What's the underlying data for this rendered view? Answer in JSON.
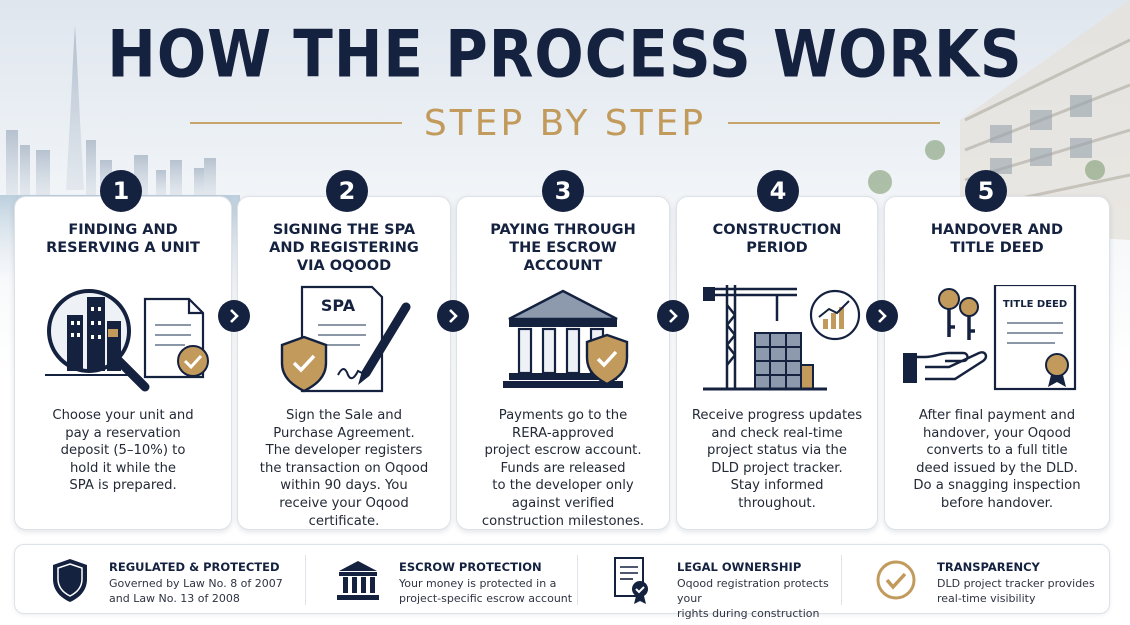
{
  "header": {
    "title": "HOW THE PROCESS WORKS",
    "subtitle": "STEP BY STEP"
  },
  "colors": {
    "navy": "#14213f",
    "gold": "#c29a5c",
    "card_border": "#dde2e8"
  },
  "steps": [
    {
      "number": "1",
      "title": "FINDING AND\nRESERVING A UNIT",
      "icon": "magnifier-building-document-check-icon",
      "description": "Choose your unit and\npay a reservation\ndeposit (5–10%) to\nhold it while the\nSPA is prepared."
    },
    {
      "number": "2",
      "title": "SIGNING THE SPA\nAND REGISTERING\nVIA OQOOD",
      "icon": "spa-contract-pen-shield-icon",
      "icon_text": "SPA",
      "description": "Sign the Sale and\nPurchase Agreement.\nThe developer registers\nthe transaction on Oqood\nwithin 90 days. You\nreceive your Oqood\ncertificate."
    },
    {
      "number": "3",
      "title": "PAYING THROUGH\nTHE ESCROW\nACCOUNT",
      "icon": "bank-shield-icon",
      "description": "Payments go to the\nRERA-approved\nproject escrow account.\nFunds are released\nto the developer only\nagainst verified\nconstruction milestones."
    },
    {
      "number": "4",
      "title": "CONSTRUCTION\nPERIOD",
      "icon": "crane-building-chart-icon",
      "description": "Receive progress updates\nand check real-time\nproject status via the\nDLD project tracker.\nStay informed\nthroughout."
    },
    {
      "number": "5",
      "title": "HANDOVER AND\nTITLE DEED",
      "icon": "keys-hand-title-deed-icon",
      "icon_text": "TITLE DEED",
      "description": "After final payment and\nhandover, your Oqood\nconverts to a full title\ndeed issued by the DLD.\nDo a snagging inspection\nbefore handover."
    }
  ],
  "features": [
    {
      "title": "REGULATED & PROTECTED",
      "text": "Governed by Law No. 8 of 2007\nand Law No. 13 of 2008",
      "icon": "shield-icon"
    },
    {
      "title": "ESCROW PROTECTION",
      "text": "Your money is protected in a\nproject-specific escrow account",
      "icon": "bank-icon"
    },
    {
      "title": "LEGAL OWNERSHIP",
      "text": "Oqood registration protects your\nrights during construction",
      "icon": "certificate-icon"
    },
    {
      "title": "TRANSPARENCY",
      "text": "DLD project tracker provides\nreal-time visibility",
      "icon": "check-circle-icon"
    }
  ]
}
